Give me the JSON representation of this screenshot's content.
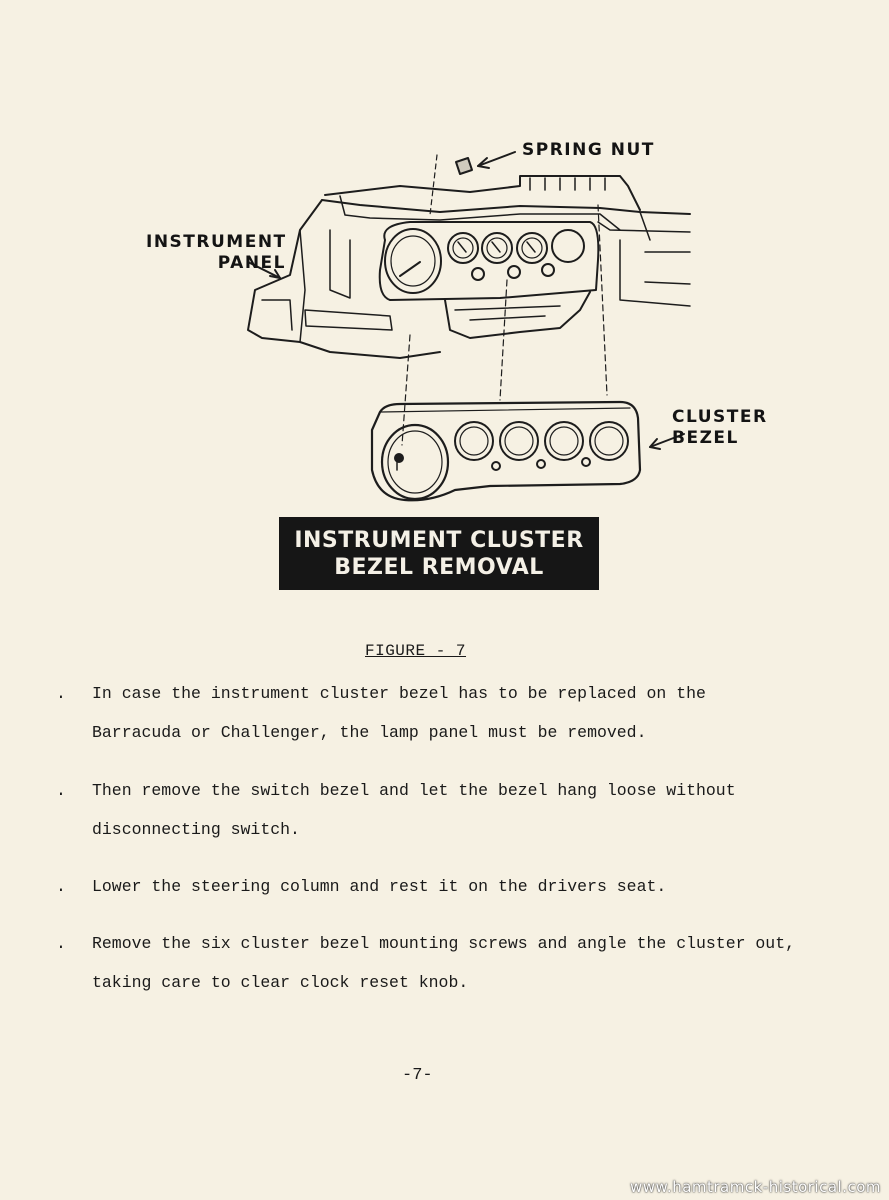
{
  "figure": {
    "callouts": {
      "spring_nut": "SPRING NUT",
      "instrument_panel": "INSTRUMENT\nPANEL",
      "cluster_bezel": "CLUSTER\nBEZEL"
    },
    "title": "INSTRUMENT CLUSTER\nBEZEL REMOVAL"
  },
  "caption": "FIGURE - 7",
  "steps": [
    {
      "bullet": ".",
      "text": "In case the instrument cluster bezel has to be replaced on the Barracuda or Challenger, the lamp panel must be removed."
    },
    {
      "bullet": ".",
      "text": "Then remove the switch bezel and let the bezel hang loose without disconnecting switch."
    },
    {
      "bullet": ".",
      "text": "Lower the steering column and rest it on the drivers seat."
    },
    {
      "bullet": ".",
      "text": "Remove the six cluster bezel mounting screws and angle the cluster out, taking care to clear clock reset knob."
    }
  ],
  "page_number": "-7-",
  "watermark": "www.hamtramck-historical.com"
}
